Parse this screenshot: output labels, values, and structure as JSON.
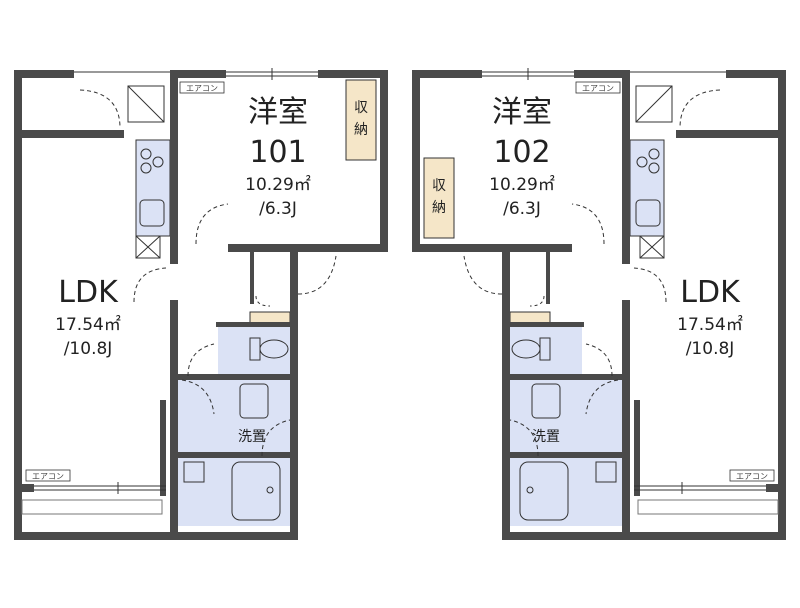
{
  "units": [
    {
      "western_room": {
        "name": "洋室",
        "number": "101",
        "area": "10.29㎡",
        "tatami": "/6.3J"
      },
      "ldk": {
        "name": "LDK",
        "area": "17.54㎡",
        "tatami": "/10.8J"
      },
      "storage_label": [
        "収",
        "納"
      ],
      "washroom_label": "洗置",
      "aircon_labels": [
        "エアコン",
        "エアコン"
      ]
    },
    {
      "western_room": {
        "name": "洋室",
        "number": "102",
        "area": "10.29㎡",
        "tatami": "/6.3J"
      },
      "ldk": {
        "name": "LDK",
        "area": "17.54㎡",
        "tatami": "/10.8J"
      },
      "storage_label": [
        "収",
        "納"
      ],
      "washroom_label": "洗置",
      "aircon_labels": [
        "エアコン",
        "エアコン"
      ]
    }
  ],
  "colors": {
    "wall": "#4a4a4a",
    "wet_area": "#dbe2f5",
    "storage": "#f5e6c8",
    "background": "#ffffff"
  }
}
